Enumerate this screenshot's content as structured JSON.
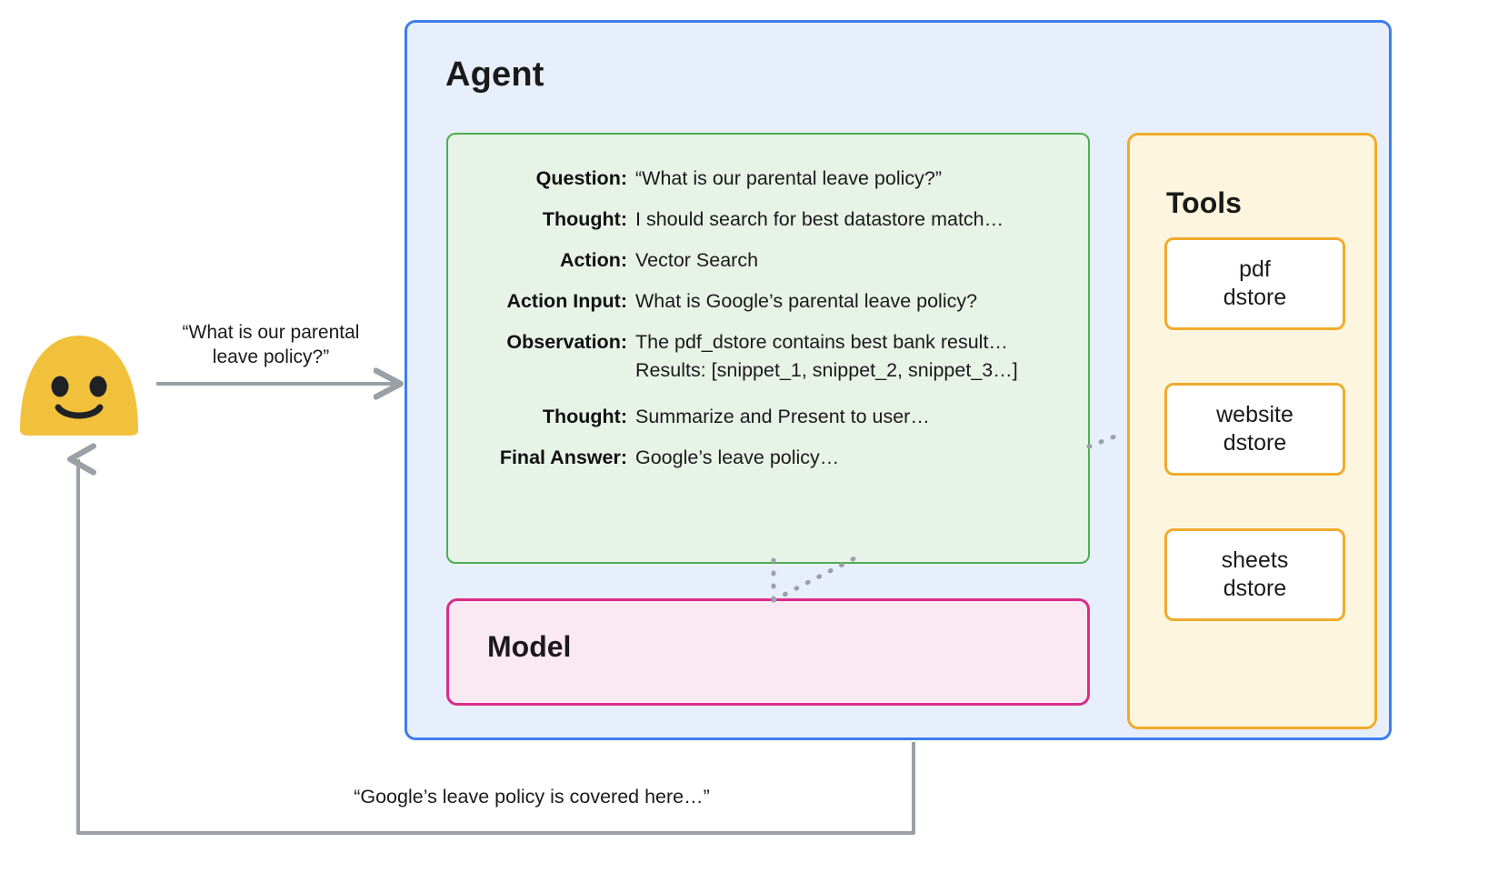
{
  "diagram": {
    "title": "Agent",
    "colors": {
      "agent_border": "#3c7ef0",
      "agent_fill": "#e8effc",
      "trace_border": "#4caf50",
      "trace_fill": "#e8f3e8",
      "model_border": "#d92d8a",
      "model_fill": "#fbe9f2",
      "tools_border": "#f0ab2e",
      "tools_fill": "#fdf5dd",
      "arrow": "#9aa0a6",
      "avatar": "#f2c13c"
    }
  },
  "user": {
    "avatar_icon": "smiley-face-icon",
    "request_label": "“What is our parental leave policy?”",
    "response_label": "“Google’s leave policy is covered here…”"
  },
  "agent": {
    "title": "Agent",
    "trace": {
      "rows": [
        {
          "label": "Question:",
          "value": "“What is our parental leave policy?”"
        },
        {
          "label": "Thought:",
          "value": "I should search for best datastore match…"
        },
        {
          "label": "Action:",
          "value": "Vector Search"
        },
        {
          "label": "Action Input:",
          "value": "What is Google’s parental leave policy?"
        },
        {
          "label": "Observation:",
          "value": "The pdf_dstore contains best bank result…",
          "value2": "Results: [snippet_1, snippet_2, snippet_3…]"
        },
        {
          "label": "Thought:",
          "value": "Summarize and Present to user…"
        },
        {
          "label": "Final Answer:",
          "value": "Google’s leave policy…"
        }
      ]
    },
    "model": {
      "title": "Model"
    },
    "tools": {
      "title": "Tools",
      "cards": [
        {
          "label": "pdf\ndstore"
        },
        {
          "label": "website\ndstore"
        },
        {
          "label": "sheets\ndstore"
        }
      ]
    }
  }
}
